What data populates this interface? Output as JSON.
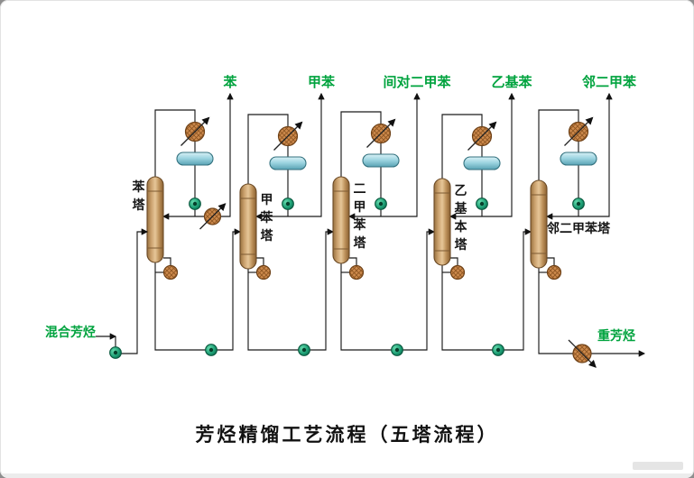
{
  "diagram": {
    "caption": "芳烃精馏工艺流程（五塔流程）",
    "feed_label": "混合芳烃",
    "heavy_product_label": "重芳烃",
    "product_labels": [
      "苯",
      "甲苯",
      "间对二甲苯",
      "乙基苯",
      "邻二甲苯"
    ],
    "tower_labels": [
      "苯塔",
      "甲苯塔",
      "二甲苯塔",
      "乙基本塔",
      "邻二甲苯塔"
    ],
    "equipment_icons": {
      "condenser": "hatched-circle-with-diagonal-arrow",
      "cooler": "hatched-circle-with-diagonal-arrow",
      "reboiler": "hatched-circle",
      "reflux_drum": "horizontal-capsule",
      "pump": "green-circle-with-dot",
      "tower": "vertical-capsule"
    },
    "colors": {
      "product_text_green": "#00a33e",
      "pipe_line": "#1a1a1a",
      "tower_fill": "#c79b68",
      "drum_fill": "#9ed5e1",
      "exchanger_fill": "#cd8a4d",
      "pump_fill": "#1c9e74"
    }
  }
}
